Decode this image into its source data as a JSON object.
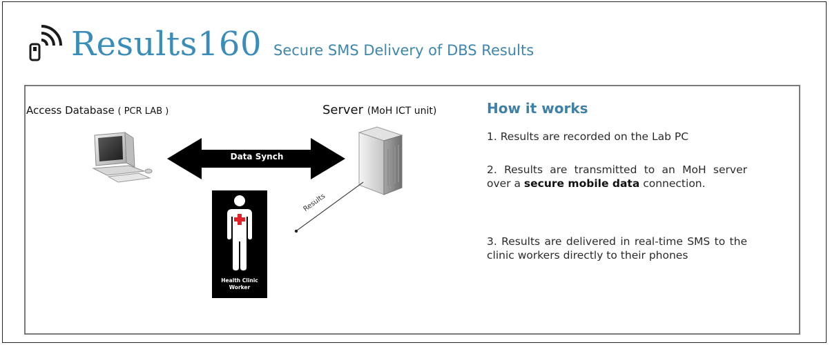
{
  "header": {
    "brand_name": "Results160",
    "tagline": "Secure SMS Delivery of DBS Results",
    "logo_icon": "phone-signal-icon"
  },
  "diagram": {
    "access_label": "Access Database",
    "access_sub": "( PCR LAB )",
    "server_label": "Server",
    "server_sub": "(MoH ICT unit)",
    "sync_label": "Data Synch",
    "results_label": "Results",
    "worker_caption_line1": "Health Clinic",
    "worker_caption_line2": "Worker",
    "computer_icon": "desktop-computer-icon",
    "server_icon": "server-tower-icon",
    "worker_icon": "health-worker-icon"
  },
  "how_it_works": {
    "title": "How it works",
    "step1": "1. Results are recorded on the Lab PC",
    "step2_before": "2. Results are transmitted to an MoH server over a ",
    "step2_bold": "secure mobile data",
    "step2_after": " connection.",
    "step3": "3. Results are delivered in real-time SMS to the clinic workers directly to their phones"
  },
  "colors": {
    "brand": "#3b8db9",
    "heading": "#3f80a8",
    "cross": "#e0232b"
  }
}
